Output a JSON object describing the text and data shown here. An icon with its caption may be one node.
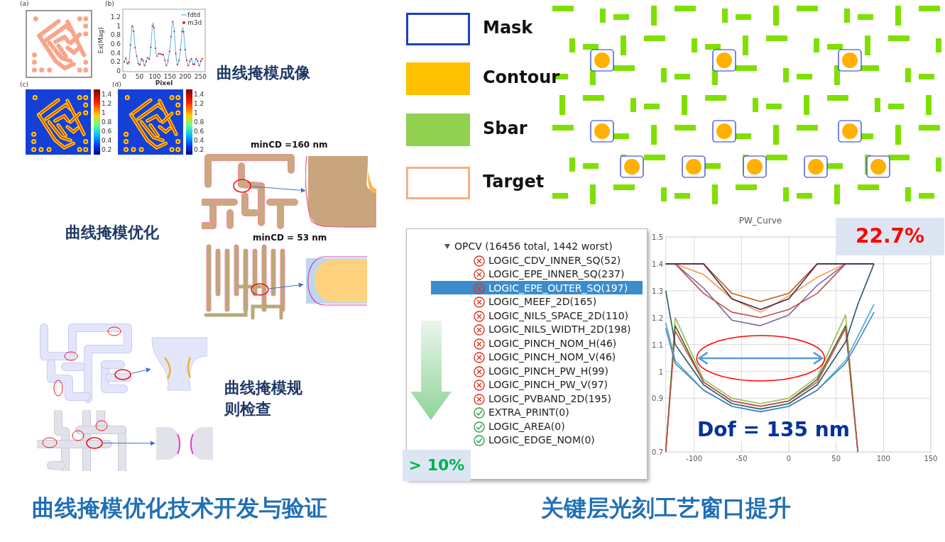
{
  "diagram": {
    "nodes": [
      {
        "text": [],
        "shape": "circle"
      },
      {
        "text": [],
        "shape": "picture"
      },
      {
        "text": [],
        "shape": "circle"
      },
      {
        "text": [],
        "shape": "picture"
      },
      {
        "text": [],
        "shape": "circle"
      },
      {
        "text": [],
        "shape": "picture"
      },
      {
        "text": [],
        "shape": "circle"
      },
      {
        "text": [],
        "shape": "picture"
      }
    ],
    "edges": [
      {
        "from": 0,
        "to": 1,
        "arrow": "to"
      },
      {
        "from": 2,
        "to": 3,
        "arrow": "to"
      },
      {
        "from": 4,
        "to": 5,
        "arrow": "to"
      },
      {
        "from": 6,
        "to": 7,
        "arrow": "to"
      }
    ],
    "labels": [
      "(a)",
      "(b)",
      "1.2",
      "1",
      "0.8",
      "0.6",
      "0.4",
      "0.2",
      "0",
      "0",
      "50",
      "100",
      "150",
      "200",
      "250",
      "Pixel",
      "Ex(Mag)",
      "(c)",
      "(d)",
      "1.4",
      "1.2",
      "1",
      "0.8",
      "0.6",
      "0.4",
      "0.2",
      "1.4",
      "1.2",
      "1",
      "0.8",
      "0.6",
      "0.4",
      "0.2",
      "曲线掩模成像",
      "minCD =160 nm",
      "曲线掩模优化",
      "minCD = 53 nm",
      "曲线掩模规则检查",
      "OPCV (16456 total, 1442 worst)",
      "LOGIC_CDV_INNER_SQ(52)",
      "LOGIC_EPE_INNER_SQ(237)",
      "LOGIC_EPE_OUTER_SQ(197)",
      "LOGIC_MEEF_2D(165)",
      "LOGIC_NILS_SPACE_2D(110)",
      "LOGIC_NILS_WIDTH_2D(198)",
      "LOGIC_PINCH_NOM_H(46)",
      "LOGIC_PINCH_NOM_V(46)",
      "LOGIC_PINCH_PW_H(99)",
      "LOGIC_PINCH_PW_V(97)",
      "LOGIC_PVBAND_2D(195)",
      "EXTRA_PRINT(0)",
      "LOGIC_AREA(0)",
      "LOGIC_EDGE_NOM(0)",
      "> 10%",
      "22.7%",
      "Dof = 135 nm",
      "曲线掩模优化技术开发与验证",
      "关键层光刻工艺窗口提升"
    ],
    "legend": [
      {
        "text": "fdtd"
      },
      {
        "text": "m3d"
      },
      {
        "text": "Mask"
      },
      {
        "text": "Contour",
        "color": "#ffc000"
      },
      {
        "text": "Sbar",
        "color": "#92d050"
      },
      {
        "text": "Target"
      }
    ],
    "chart_data": {
      "type": "line",
      "title": "PW_Curve",
      "x": [
        -130,
        -120,
        -90,
        -60,
        -30,
        0,
        30,
        60,
        73,
        90
      ],
      "series": [
        {
          "color": "#c55a11",
          "values": [
            1.4,
            1.4,
            1.4,
            1.29,
            1.26,
            1.29,
            1.4,
            1.4,
            null,
            null
          ]
        },
        {
          "color": "#f79646",
          "values": [
            1.4,
            1.4,
            1.36,
            1.27,
            1.22,
            1.28,
            1.35,
            1.4,
            null,
            null
          ]
        },
        {
          "color": "#8064a2",
          "values": [
            1.4,
            1.4,
            1.31,
            1.19,
            1.17,
            1.21,
            1.32,
            1.4,
            1.4,
            1.4
          ]
        },
        {
          "color": "#c0504d",
          "values": [
            1.4,
            1.4,
            1.29,
            1.22,
            1.2,
            1.23,
            1.29,
            1.4,
            null,
            null
          ]
        },
        {
          "color": "#3f2b56",
          "values": [
            1.4,
            1.4,
            1.4,
            1.27,
            1.23,
            1.27,
            1.4,
            1.4,
            1.4,
            1.4
          ]
        },
        {
          "color": "#9bbb59",
          "values": [
            0.7,
            1.2,
            0.97,
            0.9,
            0.88,
            0.9,
            0.98,
            1.21,
            0.7,
            null
          ]
        },
        {
          "color": "#4f6228",
          "values": [
            0.7,
            1.17,
            0.96,
            0.89,
            0.87,
            0.89,
            0.97,
            1.17,
            0.7,
            null
          ]
        },
        {
          "color": "#c0504d",
          "values": [
            0.7,
            1.15,
            0.96,
            0.89,
            0.87,
            0.89,
            0.96,
            1.16,
            0.7,
            null
          ]
        },
        {
          "color": "#215968",
          "values": [
            1.3,
            1.1,
            0.95,
            0.88,
            0.86,
            0.88,
            0.95,
            1.11,
            1.25,
            1.4
          ]
        },
        {
          "color": "#4bacc6",
          "values": [
            1.18,
            1.04,
            0.93,
            0.87,
            0.85,
            0.87,
            0.93,
            1.04,
            1.13,
            1.25
          ]
        },
        {
          "color": "#4f81bd",
          "values": [
            1.16,
            1.03,
            0.93,
            0.87,
            0.85,
            0.87,
            0.93,
            1.03,
            1.11,
            1.22
          ]
        }
      ],
      "xlim": [
        -130,
        150
      ],
      "ylim": [
        0.7,
        1.5
      ],
      "xticks": [
        -100,
        -50,
        0,
        50,
        100,
        150
      ],
      "yticks": [
        0.7,
        0.9,
        1,
        1.1,
        1.2,
        1.3,
        1.4,
        1.5
      ],
      "grid": true
    }
  }
}
